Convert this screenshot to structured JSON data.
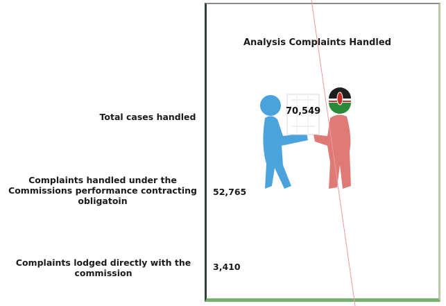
{
  "title": "Analysis Complaints Handled",
  "labels": {
    "total": "Total cases handled",
    "performance": "Complaints handled under the Commissions performance contracting obligatoin",
    "direct": "Complaints lodged directly with the commission"
  },
  "values": {
    "total": "70,549",
    "performance": "52,765",
    "direct": "3,410"
  },
  "colors": {
    "person_left": "#4aa3dc",
    "person_right": "#e07a76",
    "arrow": "#111111",
    "diagonal": "#e89aa0"
  },
  "icons": [
    "person-left-icon",
    "person-right-icon",
    "flag-icon",
    "document-icon",
    "arrow-icon"
  ]
}
